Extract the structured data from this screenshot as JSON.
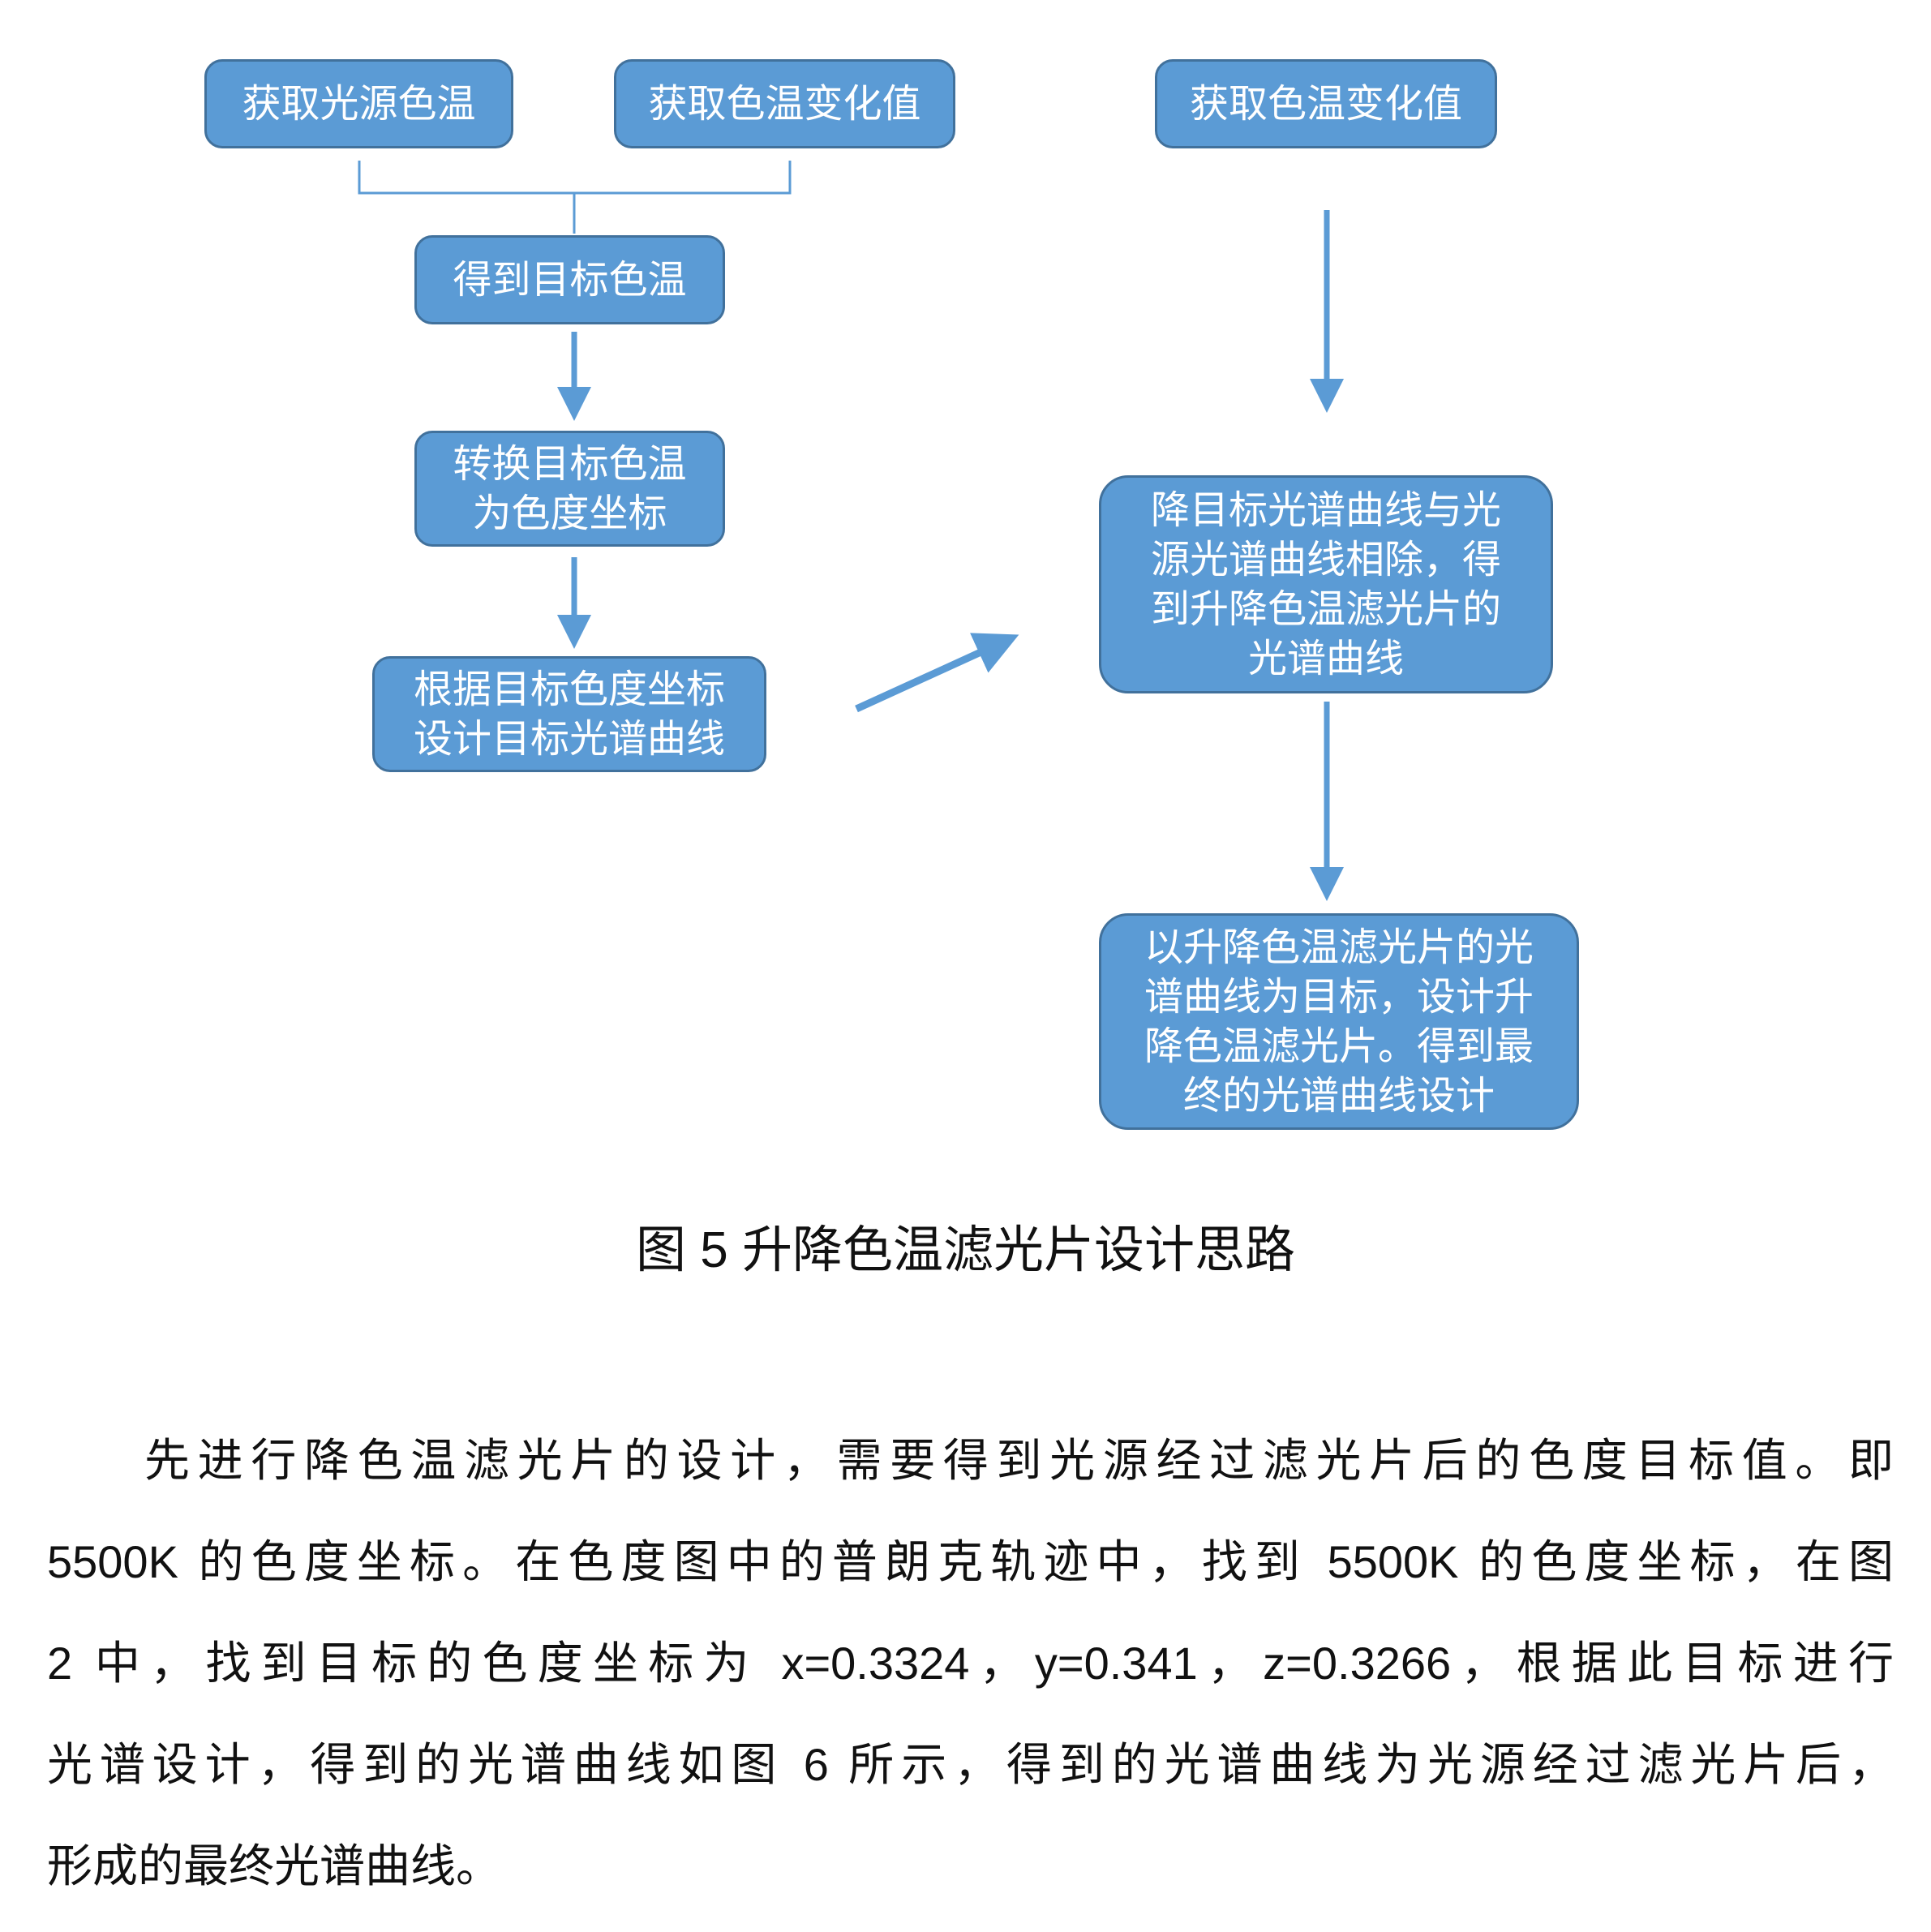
{
  "flowchart": {
    "left_top_a": "获取光源色温",
    "left_top_b": "获取色温变化值",
    "right_top": "获取色温变化值",
    "step_target": "得到目标色温",
    "step_convert": [
      "转换目标色温",
      "为色度坐标"
    ],
    "step_design": [
      "根据目标色度坐标",
      "设计目标光谱曲线"
    ],
    "step_divide": [
      "降目标光谱曲线与光",
      "源光谱曲线相除，得",
      "到升降色温滤光片的",
      "光谱曲线"
    ],
    "step_final": [
      "以升降色温滤光片的光",
      "谱曲线为目标，设计升",
      "降色温滤光片。得到最",
      "终的光谱曲线设计"
    ],
    "box_color": "#5b9bd5",
    "border_color": "#41719c"
  },
  "caption": "图 5  升降色温滤光片设计思路",
  "paragraph": [
    "先进行降色温滤光片的设计，需要得到光源经过滤光片后的色度目标值。即",
    "5500K 的色度坐标。在色度图中的普朗克轨迹中，找到 5500K 的色度坐标，在图",
    "2 中，找到目标的色度坐标为 x=0.3324，y=0.341，z=0.3266，根据此目标进行",
    "光谱设计，得到的光谱曲线如图 6 所示，得到的光谱曲线为光源经过滤光片后，",
    "形成的最终光谱曲线。"
  ]
}
